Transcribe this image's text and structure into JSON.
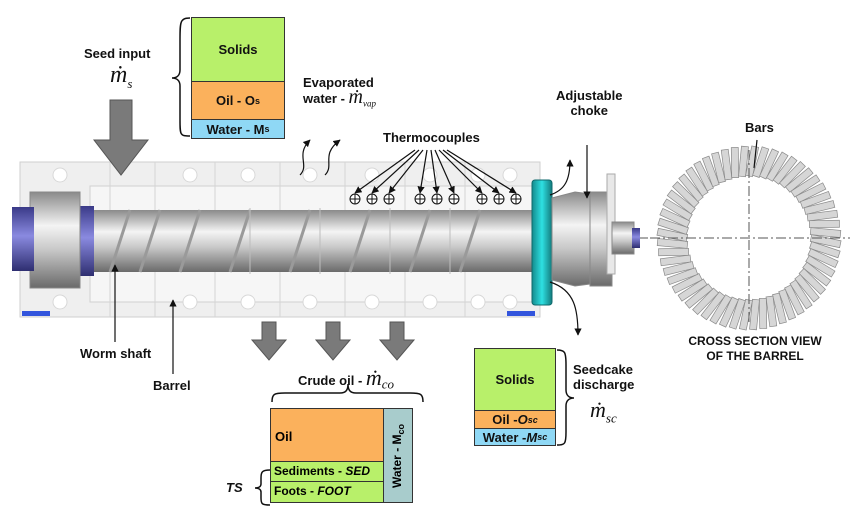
{
  "colors": {
    "solids": "#b8f06a",
    "oil": "#fbb15c",
    "water": "#8fd8f5",
    "water_crude": "#a8cccc",
    "arrow_gray": "#7a7a7a",
    "barrel": "#ebebeb",
    "flange_teal": "#1fb6b8",
    "shaft_end_blue": "#5a5aa8"
  },
  "seed_input": {
    "label": "Seed input",
    "symbol": "ṁ",
    "subscript": "s",
    "composition": [
      {
        "name": "Solids",
        "text": "Solids"
      },
      {
        "name": "Oil",
        "text": "Oil - O",
        "sub": "s"
      },
      {
        "name": "Water",
        "text": "Water - M",
        "sub": "s"
      }
    ]
  },
  "evaporated_water": {
    "line1": "Evaporated",
    "line2": "water - ",
    "symbol": "ṁ",
    "subscript": "vap"
  },
  "thermocouples": {
    "label": "Thermocouples",
    "count": 9
  },
  "adjustable_choke": {
    "line1": "Adjustable",
    "line2": "choke"
  },
  "bars": {
    "label": "Bars"
  },
  "cross_section": {
    "line1": "CROSS SECTION VIEW",
    "line2": "OF THE BARREL"
  },
  "worm_shaft": {
    "label": "Worm shaft"
  },
  "barrel": {
    "label": "Barrel"
  },
  "crude_oil": {
    "label": "Crude oil  - ",
    "symbol": "ṁ",
    "subscript": "co",
    "oil": "Oil",
    "sediments": "Sediments - ",
    "sediments_abbr": "SED",
    "foots": "Foots - ",
    "foots_abbr": "FOOT",
    "water": "Water - M",
    "water_sub": "co",
    "ts_label": "TS"
  },
  "seedcake": {
    "line1": "Seedcake",
    "line2": "discharge",
    "symbol": "ṁ",
    "subscript": "sc",
    "composition": [
      {
        "name": "Solids",
        "text": "Solids"
      },
      {
        "name": "Oil",
        "text": "Oil - ",
        "italic": "O",
        "sub": "sc"
      },
      {
        "name": "Water",
        "text": "Water - ",
        "italic": "M",
        "sub": "sc"
      }
    ]
  }
}
